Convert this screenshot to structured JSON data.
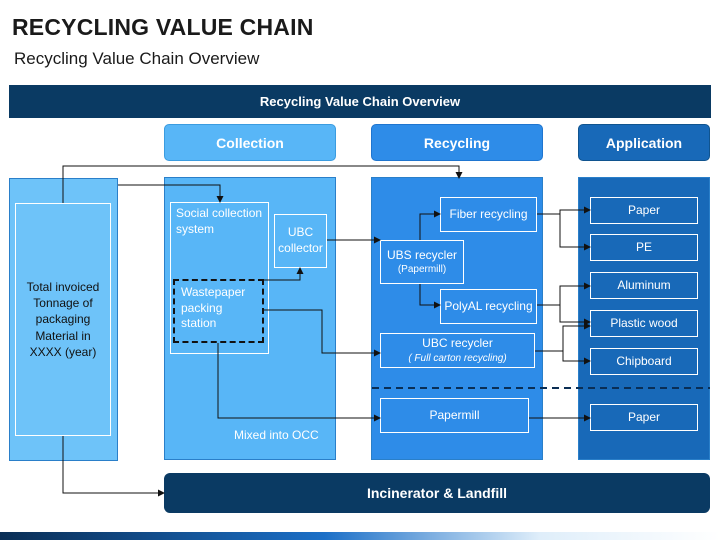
{
  "header": {
    "title": "RECYCLING VALUE CHAIN",
    "subtitle": "Recycling Value Chain Overview"
  },
  "banner": "Recycling Value Chain Overview",
  "columns": {
    "collection": "Collection",
    "recycling": "Recycling",
    "application": "Application"
  },
  "left_box": "Total invoiced Tonnage of packaging Material in XXXX (year)",
  "collection": {
    "social": "Social collection system",
    "ubc_collector": "UBC collector",
    "wastepaper": "Wastepaper packing station",
    "note": "Mixed into OCC"
  },
  "recycling": {
    "ubs_main": "UBS recycler",
    "ubs_sub": "(Papermill)",
    "fiber": "Fiber recycling",
    "polyal": "PolyAL recycling",
    "ubc_main": "UBC recycler",
    "ubc_sub": "( Full carton recycling)",
    "papermill": "Papermill"
  },
  "application": [
    "Paper",
    "PE",
    "Aluminum",
    "Plastic wood",
    "Chipboard",
    "Paper"
  ],
  "footer_box": "Incinerator & Landfill",
  "colors": {
    "dark_navy": "#0a3a63",
    "collection_blue": "#58b6f7",
    "recycling_blue": "#2e8ce8",
    "application_blue": "#1869b8"
  }
}
